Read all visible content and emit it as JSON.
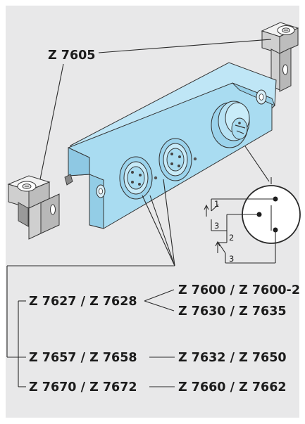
{
  "labels": {
    "top": "Z 7605",
    "left1": "Z 7627 / Z 7628",
    "left2": "Z 7657 / Z 7658",
    "left3": "Z 7670 / Z 7672",
    "right1a": "Z 7600 / Z 7600-2",
    "right1b": "Z 7630 / Z 7635",
    "right2": "Z 7632 / Z 7650",
    "right3": "Z 7660 / Z 7662"
  },
  "schematic": {
    "pin1": "1",
    "pin2": "2",
    "pin3a": "3",
    "pin3b": "3"
  },
  "colors": {
    "housing": "#a9dcf1",
    "housing_dark": "#7fbcd9",
    "bracket": "#d9d9d9",
    "background": "#e8e8e9"
  }
}
